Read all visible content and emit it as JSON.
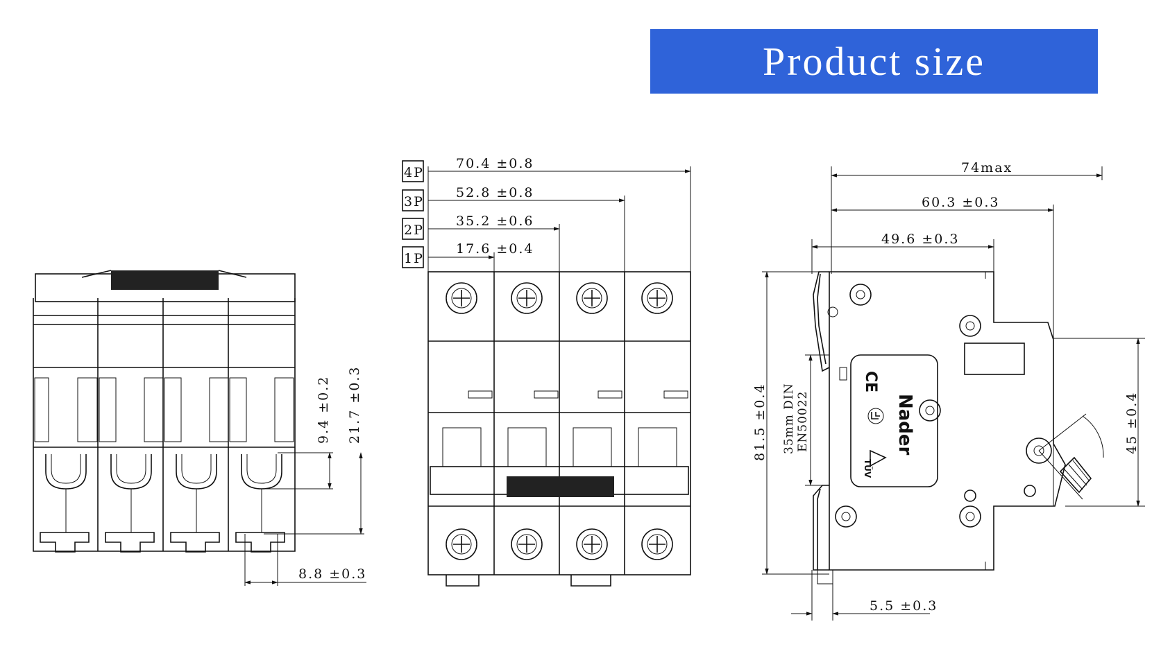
{
  "banner": {
    "title": "Product size",
    "color": "#2f63d9"
  },
  "front_view": {
    "dims": {
      "d1": "9.4 ±0.2",
      "d2": "21.7 ±0.3",
      "d3": "8.8 ±0.3"
    }
  },
  "top_view": {
    "poles": [
      {
        "tag": "4P",
        "dim": "70.4 ±0.8"
      },
      {
        "tag": "3P",
        "dim": "52.8 ±0.8"
      },
      {
        "tag": "2P",
        "dim": "35.2 ±0.6"
      },
      {
        "tag": "1P",
        "dim": "17.6 ±0.4"
      }
    ]
  },
  "side_view": {
    "dims": {
      "overall": "74max",
      "d60": "60.3 ±0.3",
      "d49": "49.6 ±0.3",
      "height": "81.5 ±0.4",
      "rail_line1": "35mm DIN",
      "rail_line2": "EN50022",
      "d45": "45 ±0.4",
      "d55": "5.5 ±0.3"
    },
    "label": {
      "brand": "Nader",
      "ce": "CE",
      "tuv": "TÜV"
    }
  }
}
